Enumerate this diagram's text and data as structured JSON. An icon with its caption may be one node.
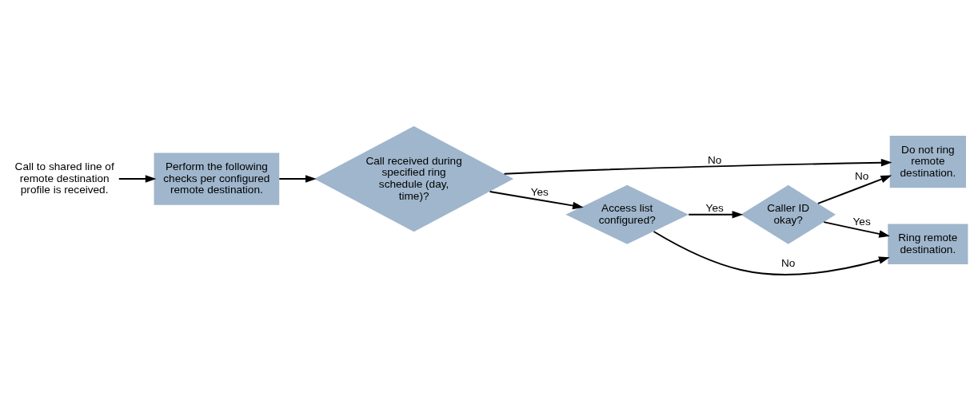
{
  "diagram": {
    "nodes": [
      {
        "text": [
          "Call to shared line of remote destination profile is received."
        ]
      },
      {
        "text": [
          "Perform the following checks per configured remote destination."
        ]
      },
      {
        "text": [
          "Call received during specified ring schedule (day, time)?"
        ]
      },
      {
        "text": [
          "Ring remote destination."
        ]
      },
      {
        "text": [
          "Do not ring remote destination."
        ]
      },
      {
        "text": [
          "Caller ID okay?"
        ]
      },
      {
        "text": [
          "Access list configured?"
        ]
      }
    ],
    "edges": [
      {
        "from": 0,
        "to": 1,
        "arrow": "to"
      },
      {
        "from": 1,
        "to": 2,
        "arrow": "to"
      },
      {
        "from": 2,
        "to": 6,
        "arrow": "to",
        "label": "Yes"
      },
      {
        "from": 2,
        "to": 4,
        "arrow": "to",
        "label": "No"
      },
      {
        "from": 6,
        "to": 5,
        "arrow": "to",
        "label": "Yes"
      },
      {
        "from": 6,
        "to": 3,
        "arrow": "to",
        "label": "No"
      },
      {
        "from": 5,
        "to": 3,
        "arrow": "to",
        "label": "Yes"
      },
      {
        "from": 5,
        "to": 4,
        "arrow": "to",
        "label": "No"
      }
    ]
  }
}
